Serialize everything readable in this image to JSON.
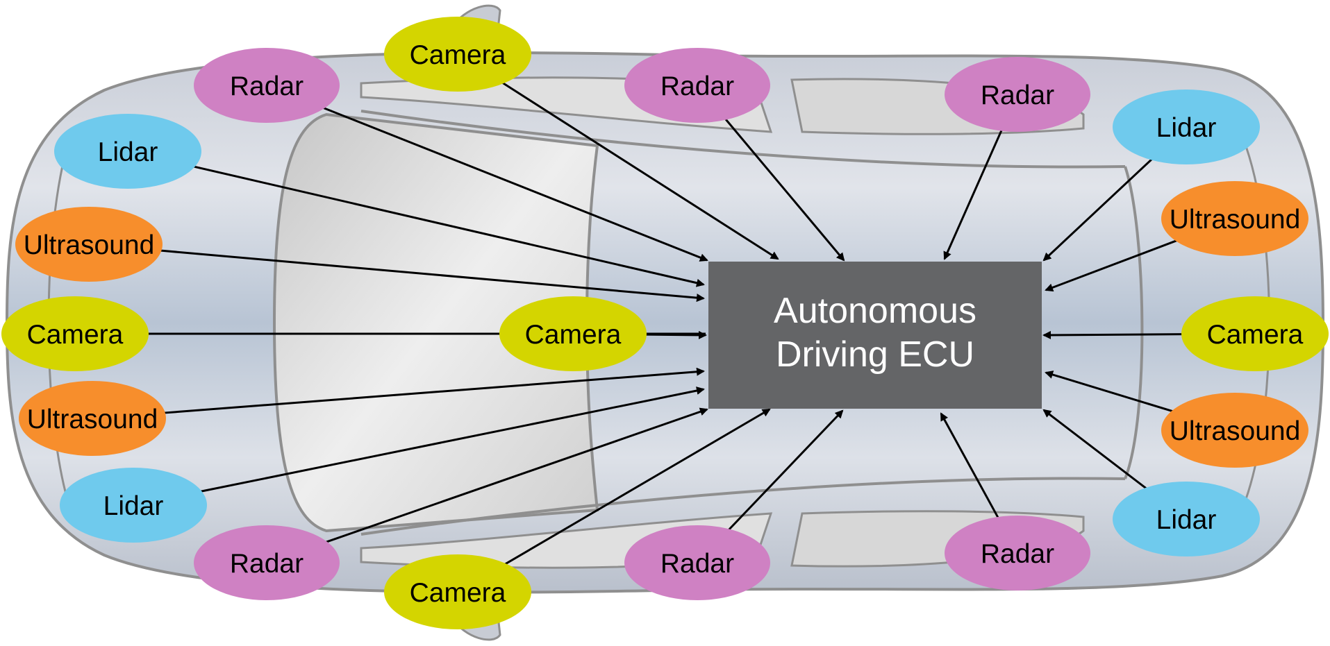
{
  "diagram": {
    "ecu": {
      "line1": "Autonomous",
      "line2": "Driving ECU",
      "color": "#646567"
    },
    "sensor_colors": {
      "radar": "#cf81c3",
      "camera": "#d4d500",
      "lidar": "#6fcaed",
      "ultrasound": "#f78e2c"
    },
    "sensors": [
      {
        "type": "radar",
        "label": "Radar"
      },
      {
        "type": "radar",
        "label": "Radar"
      },
      {
        "type": "radar",
        "label": "Radar"
      },
      {
        "type": "radar",
        "label": "Radar"
      },
      {
        "type": "radar",
        "label": "Radar"
      },
      {
        "type": "radar",
        "label": "Radar"
      },
      {
        "type": "camera",
        "label": "Camera"
      },
      {
        "type": "camera",
        "label": "Camera"
      },
      {
        "type": "camera",
        "label": "Camera"
      },
      {
        "type": "camera",
        "label": "Camera"
      },
      {
        "type": "camera",
        "label": "Camera"
      },
      {
        "type": "lidar",
        "label": "Lidar"
      },
      {
        "type": "lidar",
        "label": "Lidar"
      },
      {
        "type": "lidar",
        "label": "Lidar"
      },
      {
        "type": "lidar",
        "label": "Lidar"
      },
      {
        "type": "ultrasound",
        "label": "Ultrasound"
      },
      {
        "type": "ultrasound",
        "label": "Ultrasound"
      },
      {
        "type": "ultrasound",
        "label": "Ultrasound"
      },
      {
        "type": "ultrasound",
        "label": "Ultrasound"
      }
    ]
  }
}
